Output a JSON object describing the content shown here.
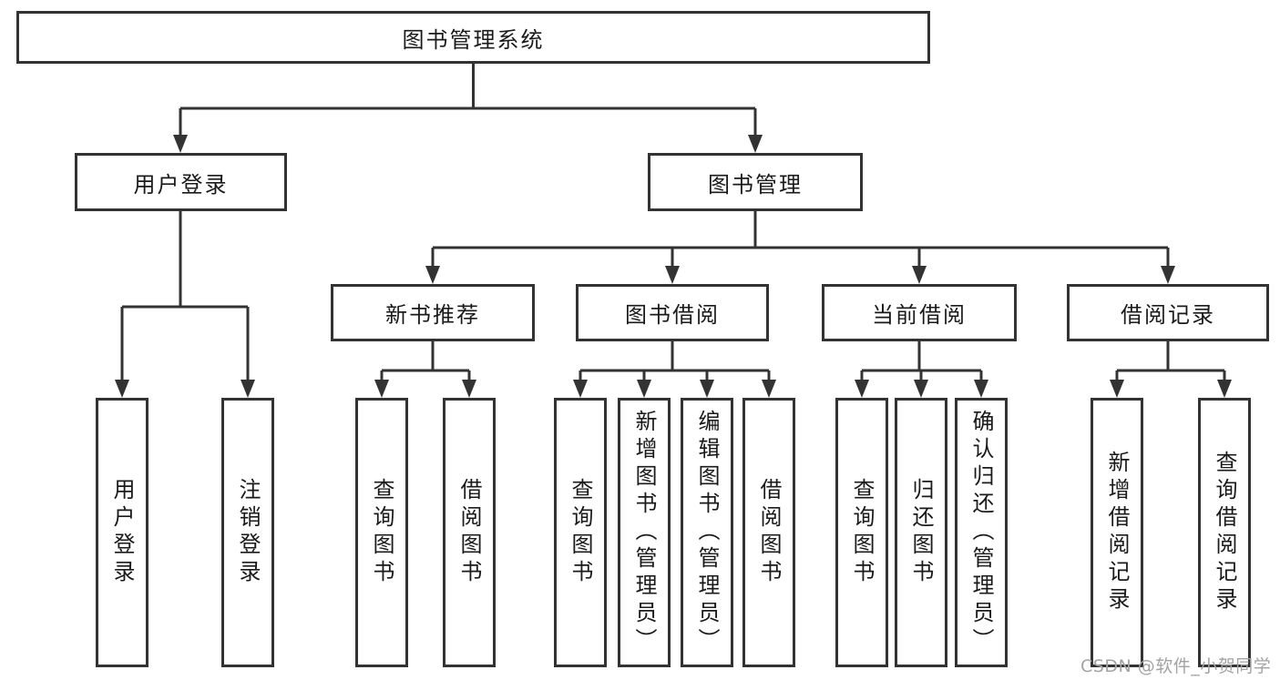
{
  "tree": {
    "root": {
      "label": "图书管理系统",
      "children": [
        {
          "label": "用户登录",
          "children": [
            {
              "label": "用户登录"
            },
            {
              "label": "注销登录"
            }
          ]
        },
        {
          "label": "图书管理",
          "children": [
            {
              "label": "新书推荐",
              "children": [
                {
                  "label": "查询图书"
                },
                {
                  "label": "借阅图书"
                }
              ]
            },
            {
              "label": "图书借阅",
              "children": [
                {
                  "label": "查询图书"
                },
                {
                  "label": "新增图书（管理员）"
                },
                {
                  "label": "编辑图书（管理员）"
                },
                {
                  "label": "借阅图书"
                }
              ]
            },
            {
              "label": "当前借阅",
              "children": [
                {
                  "label": "查询图书"
                },
                {
                  "label": "归还图书"
                },
                {
                  "label": "确认归还（管理员）"
                }
              ]
            },
            {
              "label": "借阅记录",
              "children": [
                {
                  "label": "新增借阅记录"
                },
                {
                  "label": "查询借阅记录"
                }
              ]
            }
          ]
        }
      ]
    }
  },
  "watermark": {
    "text": "CSDN @软件_小贺同学"
  },
  "colors": {
    "line": "#333333",
    "box_border": "#333333",
    "box_fill": "#ffffff",
    "text": "#1a1a1a",
    "watermark": "#a3a3a3"
  }
}
